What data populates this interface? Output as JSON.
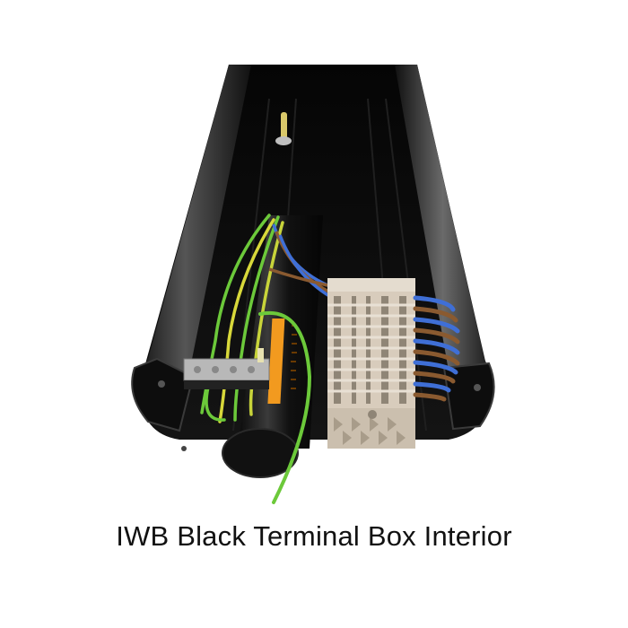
{
  "caption": "IWB Black Terminal Box Interior",
  "photo": {
    "subject": "black aluminium terminal box, open, showing internal wiring",
    "components": [
      "earth-stud",
      "earth-bar",
      "cable-gland-tube",
      "terminal-block-rail",
      "blue-brown-wires",
      "green-yellow-earth-wires",
      "orange-marker-strip"
    ],
    "colors": {
      "enclosure": "#0b0b0b",
      "enclosure_highlight": "#4a4a4a",
      "terminal_block": "#d8ccbc",
      "wire_blue": "#3f6fd6",
      "wire_brown": "#8a5a30",
      "wire_green": "#6cc93a",
      "wire_yellow": "#d8d83a",
      "marker_strip": "#f29a1f",
      "stud_brass": "#d9c86a"
    }
  }
}
